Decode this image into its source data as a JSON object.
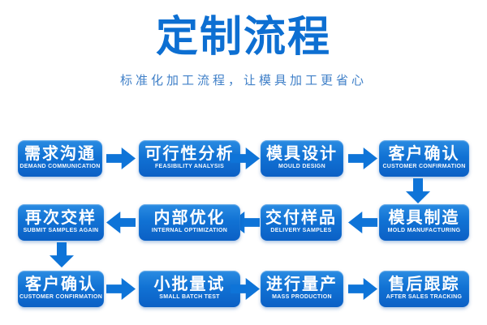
{
  "header": {
    "title": "定制流程",
    "subtitle": "标准化加工流程，让模具加工更省心"
  },
  "colors": {
    "title_blue": "#0d6fd2",
    "subtitle_blue": "#4080c8",
    "box_top": "#2b8ce2",
    "box_mid": "#1172d4",
    "box_bottom": "#0b60c5",
    "arrow_blue": "#0e74d8",
    "step_text": "#ffffff"
  },
  "flow": {
    "steps": [
      {
        "zh": "需求沟通",
        "en": "DEMAND COMMUNICATION"
      },
      {
        "zh": "可行性分析",
        "en": "FEASIBILITY ANALYSIS"
      },
      {
        "zh": "模具设计",
        "en": "MOULD DESIGN"
      },
      {
        "zh": "客户确认",
        "en": "CUSTOMER CONFIRMATION"
      },
      {
        "zh": "模具制造",
        "en": "MOLD MANUFACTURING"
      },
      {
        "zh": "交付样品",
        "en": "DELIVERY SAMPLES"
      },
      {
        "zh": "内部优化",
        "en": "INTERNAL OPTIMIZATION"
      },
      {
        "zh": "再次交样",
        "en": "SUBMIT SAMPLES AGAIN"
      },
      {
        "zh": "客户确认",
        "en": "CUSTOMER CONFIRMATION"
      },
      {
        "zh": "小批量试",
        "en": "SMALL BATCH TEST"
      },
      {
        "zh": "进行量产",
        "en": "MASS PRODUCTION"
      },
      {
        "zh": "售后跟踪",
        "en": "AFTER SALES TRACKING"
      }
    ]
  }
}
